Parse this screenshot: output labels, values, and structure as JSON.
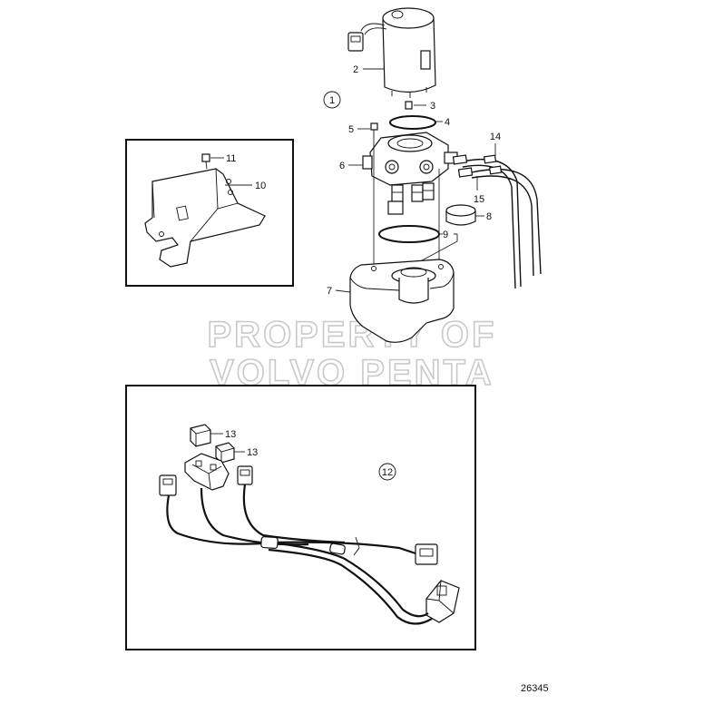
{
  "watermark": {
    "line1": "PROPERTY OF",
    "line2": "VOLVO PENTA"
  },
  "drawing_number": "26345",
  "callouts": {
    "c1": "1",
    "c2": "2",
    "c3": "3",
    "c4": "4",
    "c5": "5",
    "c6": "6",
    "c7": "7",
    "c8": "8",
    "c9": "9",
    "c10": "10",
    "c11": "11",
    "c12": "12",
    "c13a": "13",
    "c13b": "13",
    "c14": "14",
    "c15": "15"
  }
}
